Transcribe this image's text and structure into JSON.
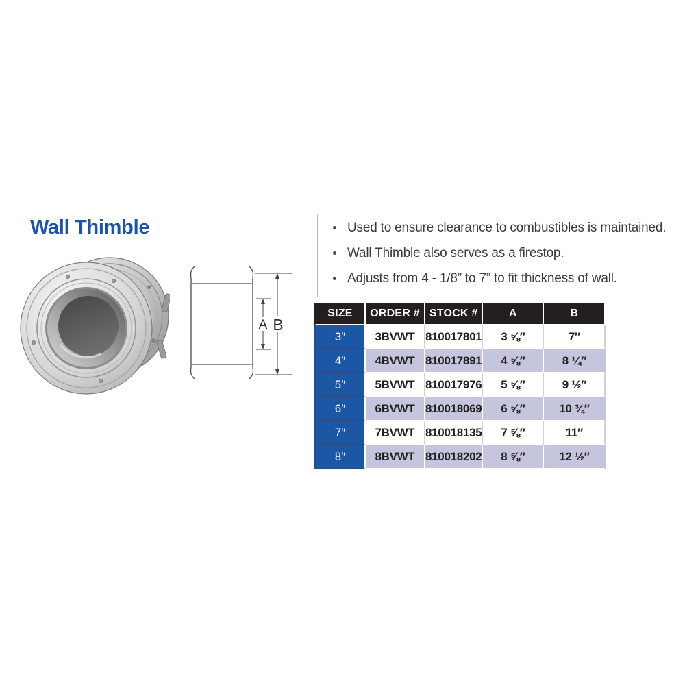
{
  "title": "Wall Thimble",
  "bullets": [
    "Used to ensure clearance to combustibles is maintained.",
    "Wall Thimble also serves as a firestop.",
    "Adjusts from 4 - 1/8” to 7” to fit thickness of wall."
  ],
  "diagram": {
    "dim_inner_label": "A",
    "dim_outer_label": "B"
  },
  "table": {
    "headers": [
      "SIZE",
      "ORDER #",
      "STOCK #",
      "A",
      "B"
    ],
    "rows": [
      [
        "3″",
        "3BVWT",
        "810017801",
        "3 ⅝″",
        "7″"
      ],
      [
        "4″",
        "4BVWT",
        "810017891",
        "4 ⅝″",
        "8 ¼″"
      ],
      [
        "5″",
        "5BVWT",
        "810017976",
        "5 ⅝″",
        "9 ½″"
      ],
      [
        "6″",
        "6BVWT",
        "810018069",
        "6 ⅝″",
        "10 ¾″"
      ],
      [
        "7″",
        "7BVWT",
        "810018135",
        "7 ⅝″",
        "11″"
      ],
      [
        "8″",
        "8BVWT",
        "810018202",
        "8 ⅝″",
        "12 ½″"
      ]
    ]
  },
  "colors": {
    "title-blue": "#1e55a3",
    "header-bg": "#231f20",
    "size-blue": "#1b57a5",
    "lavender": "#c5c6de"
  }
}
